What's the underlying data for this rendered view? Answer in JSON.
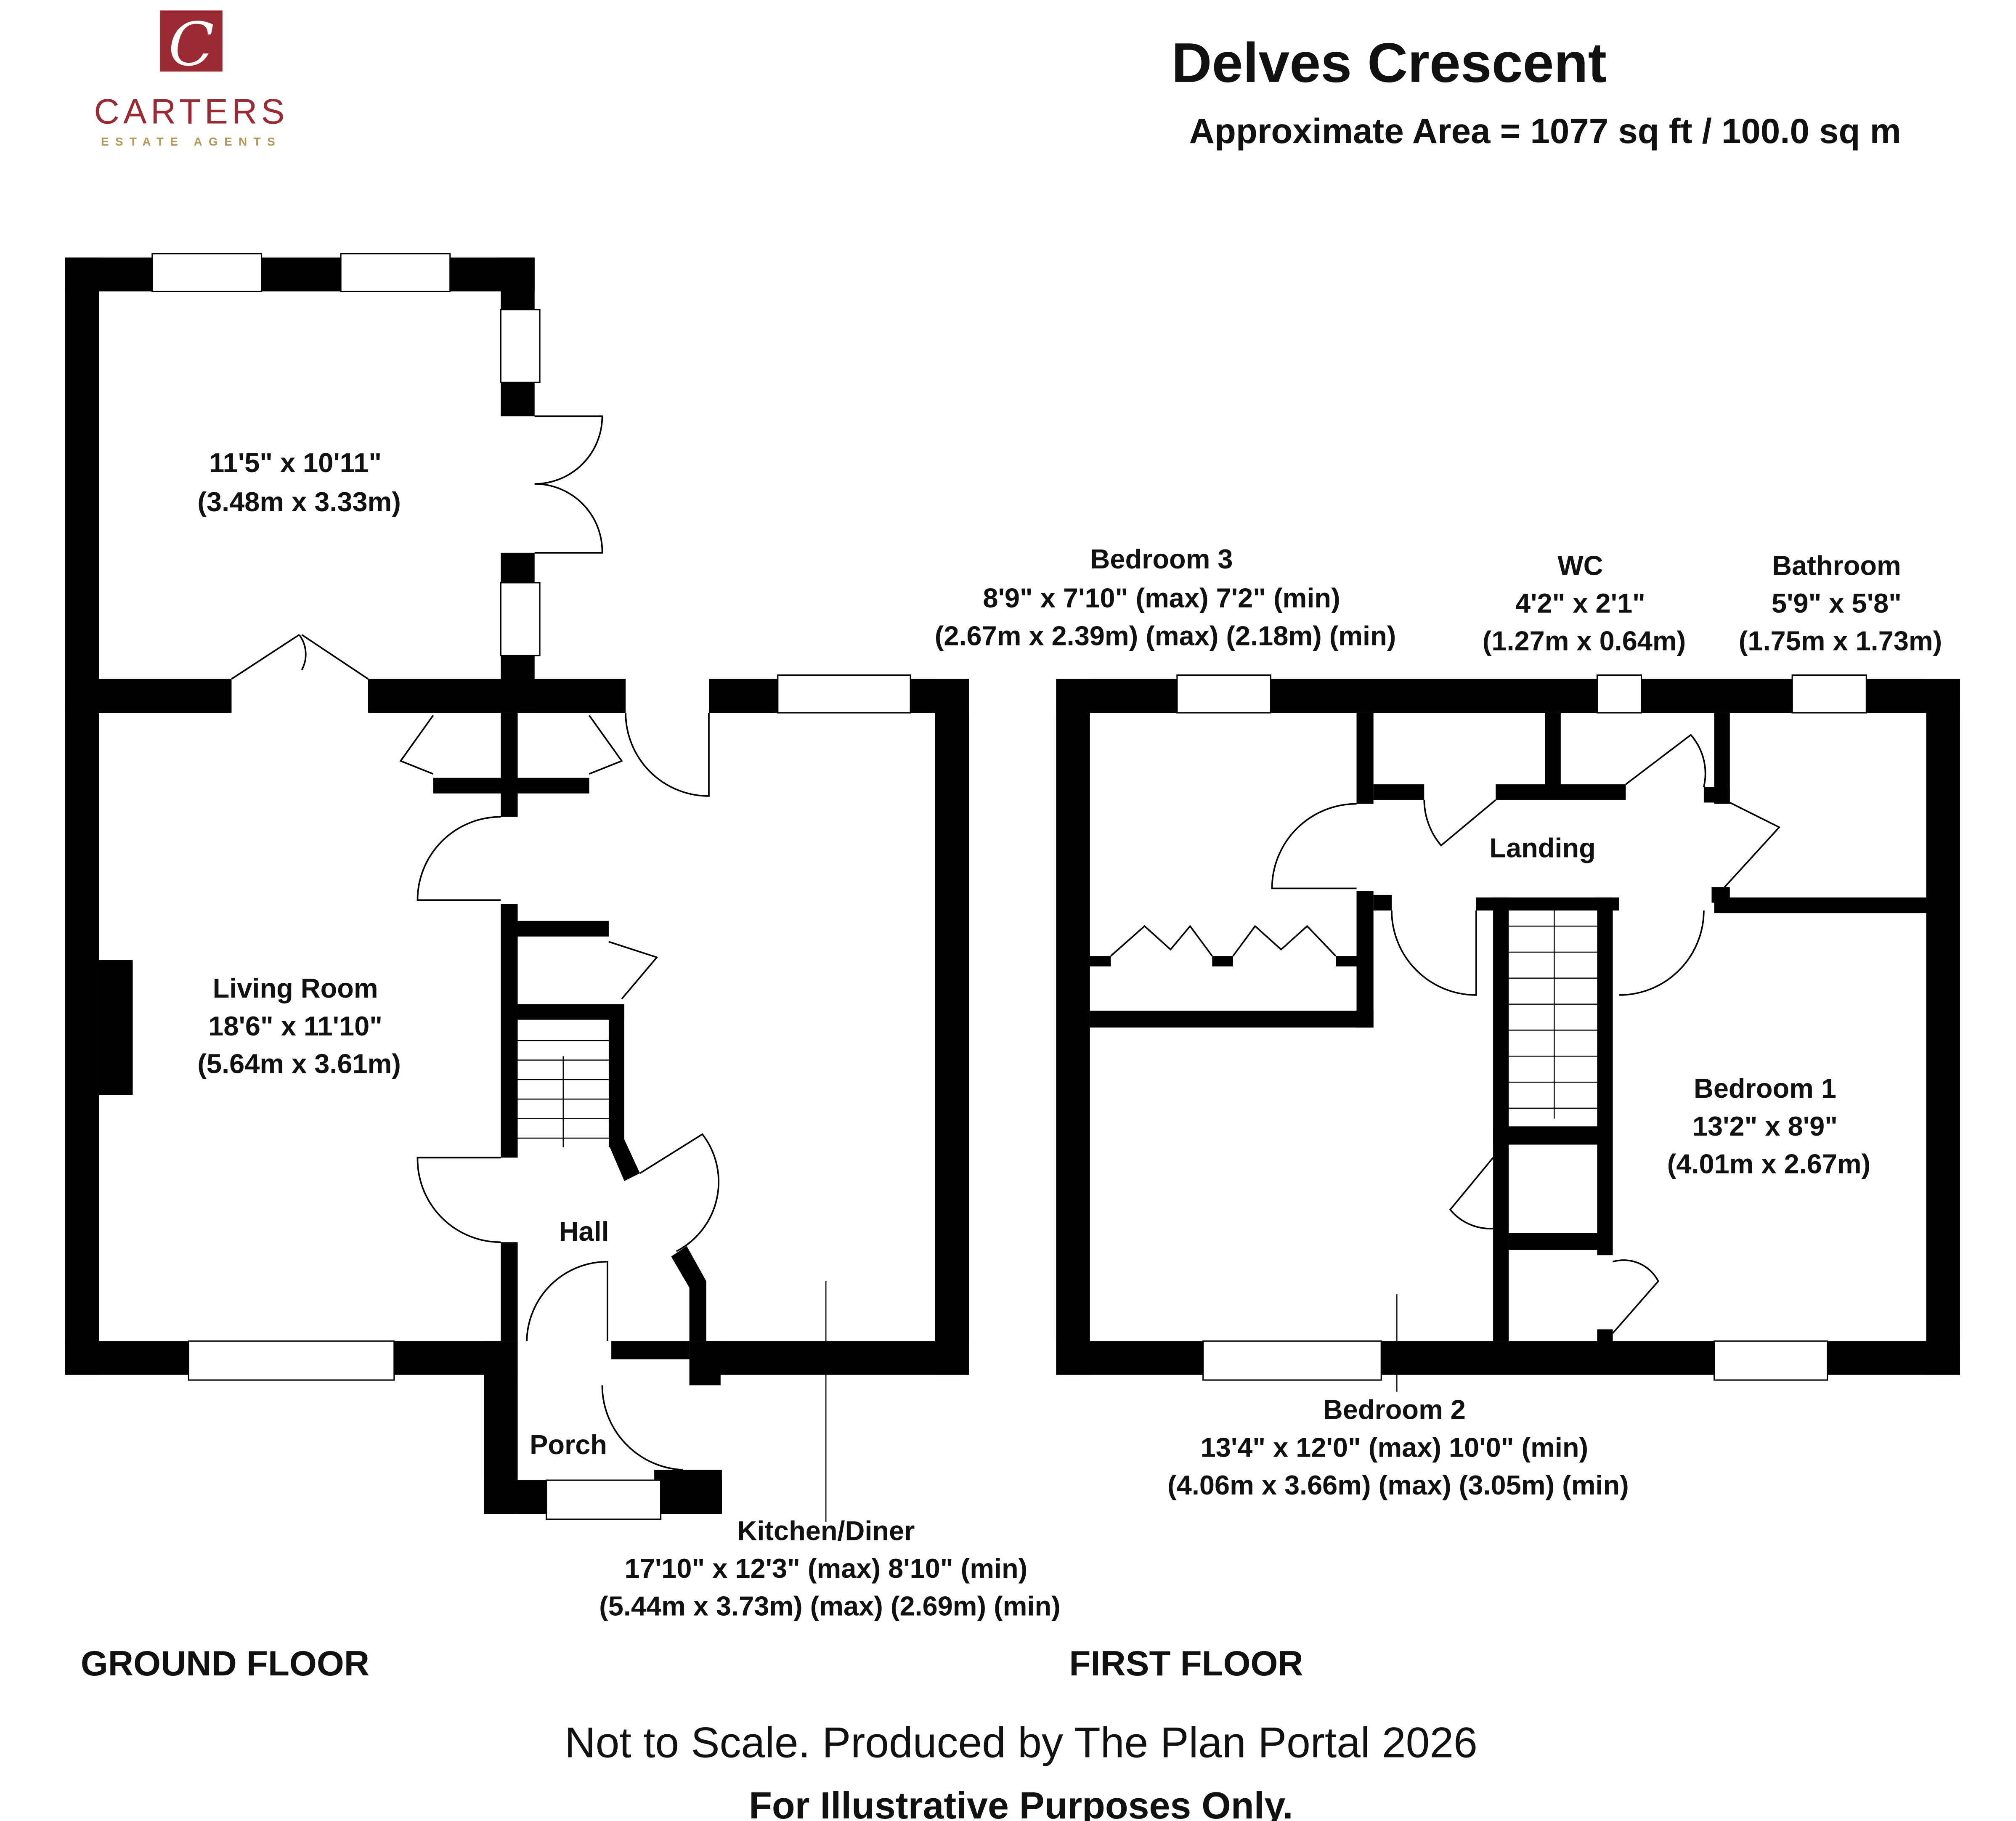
{
  "brand": {
    "initial": "C",
    "name": "CARTERS",
    "tagline": "ESTATE AGENTS",
    "color": "#9a2a33",
    "tagline_color": "#b8975a"
  },
  "header": {
    "title": "Delves Crescent",
    "area": "Approximate Area = 1077 sq ft / 100.0 sq m"
  },
  "ground_floor": {
    "label": "GROUND FLOOR",
    "rooms": {
      "rear_room": {
        "dim_imperial": "11'5\" x 10'11\"",
        "dim_metric": "(3.48m x 3.33m)"
      },
      "living_room": {
        "name": "Living Room",
        "dim_imperial": "18'6\" x 11'10\"",
        "dim_metric": "(5.64m x 3.61m)"
      },
      "hall": {
        "name": "Hall"
      },
      "porch": {
        "name": "Porch"
      },
      "kitchen": {
        "name": "Kitchen/Diner",
        "dim_imperial": "17'10\" x 12'3\" (max) 8'10\" (min)",
        "dim_metric": "(5.44m x 3.73m) (max) (2.69m) (min)"
      }
    }
  },
  "first_floor": {
    "label": "FIRST FLOOR",
    "rooms": {
      "bedroom3": {
        "name": "Bedroom 3",
        "dim_imperial": "8'9\" x 7'10\" (max) 7'2\" (min)",
        "dim_metric": "(2.67m x 2.39m) (max) (2.18m) (min)"
      },
      "wc": {
        "name": "WC",
        "dim_imperial": "4'2\" x 2'1\"",
        "dim_metric": "(1.27m x 0.64m)"
      },
      "bathroom": {
        "name": "Bathroom",
        "dim_imperial": "5'9\" x 5'8\"",
        "dim_metric": "(1.75m x 1.73m)"
      },
      "landing": {
        "name": "Landing"
      },
      "bedroom1": {
        "name": "Bedroom 1",
        "dim_imperial": "13'2\" x 8'9\"",
        "dim_metric": "(4.01m x 2.67m)"
      },
      "bedroom2": {
        "name": "Bedroom 2",
        "dim_imperial": "13'4\" x 12'0\" (max) 10'0\" (min)",
        "dim_metric": "(4.06m x 3.66m) (max) (3.05m) (min)"
      }
    }
  },
  "footer": {
    "line1": "Not to Scale. Produced by The Plan Portal 2026",
    "line2": "For Illustrative Purposes Only."
  }
}
